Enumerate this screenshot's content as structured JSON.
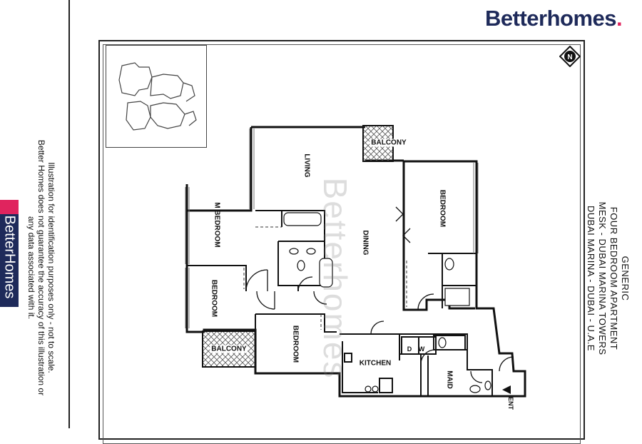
{
  "brand": {
    "name": "Betterhomes",
    "dot": "."
  },
  "side_logo": {
    "text": "BetterHomes"
  },
  "disclaimer": {
    "lines": [
      "Illustration for identification purposes only - not to scale.",
      "Better Homes does not guarantee the accuracy of this illustration or",
      "any data associated with it."
    ]
  },
  "title_block": {
    "lines": [
      "GENERIC",
      "FOUR BEDROOM APARTMENT",
      "MESK - DUBAI MARINA TOWERS",
      "DUBAI MARINA - DUBAI - U.A.E"
    ]
  },
  "north": {
    "label": "N"
  },
  "watermark": {
    "text": "Betterhomes"
  },
  "rooms": {
    "living": "LIVING",
    "m_bedroom": "M BEDROOM",
    "bedroom_right": "BEDROOM",
    "bedroom_left": "BEDROOM",
    "bedroom_bottom": "BEDROOM",
    "dining": "DINING",
    "kitchen": "KITCHEN",
    "maid": "MAID",
    "balcony_top": "BALCONY",
    "balcony_bottom": "BALCONY",
    "w": "W",
    "d": "D",
    "ent": "ENT"
  },
  "colors": {
    "brand_navy": "#1e2a5a",
    "brand_pink": "#e0245e",
    "wall": "#111111"
  }
}
